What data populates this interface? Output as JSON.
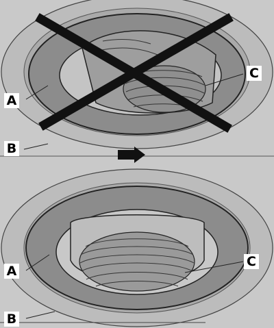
{
  "labels": {
    "top_a": "A",
    "top_b": "B",
    "top_c": "C",
    "bottom_a": "A",
    "bottom_b": "B",
    "bottom_c": "C"
  },
  "colors": {
    "background": "#c9c9c9",
    "outer_ring": "#ababab",
    "flange": "#8c8c8c",
    "bore": "#bdbdbd",
    "thread": "#9a9a9a",
    "cross": "#111111"
  },
  "panels": {
    "top": {
      "state": "incorrect",
      "marker": "cross"
    },
    "bottom": {
      "state": "correct"
    }
  },
  "arrow": {
    "direction": "right"
  }
}
